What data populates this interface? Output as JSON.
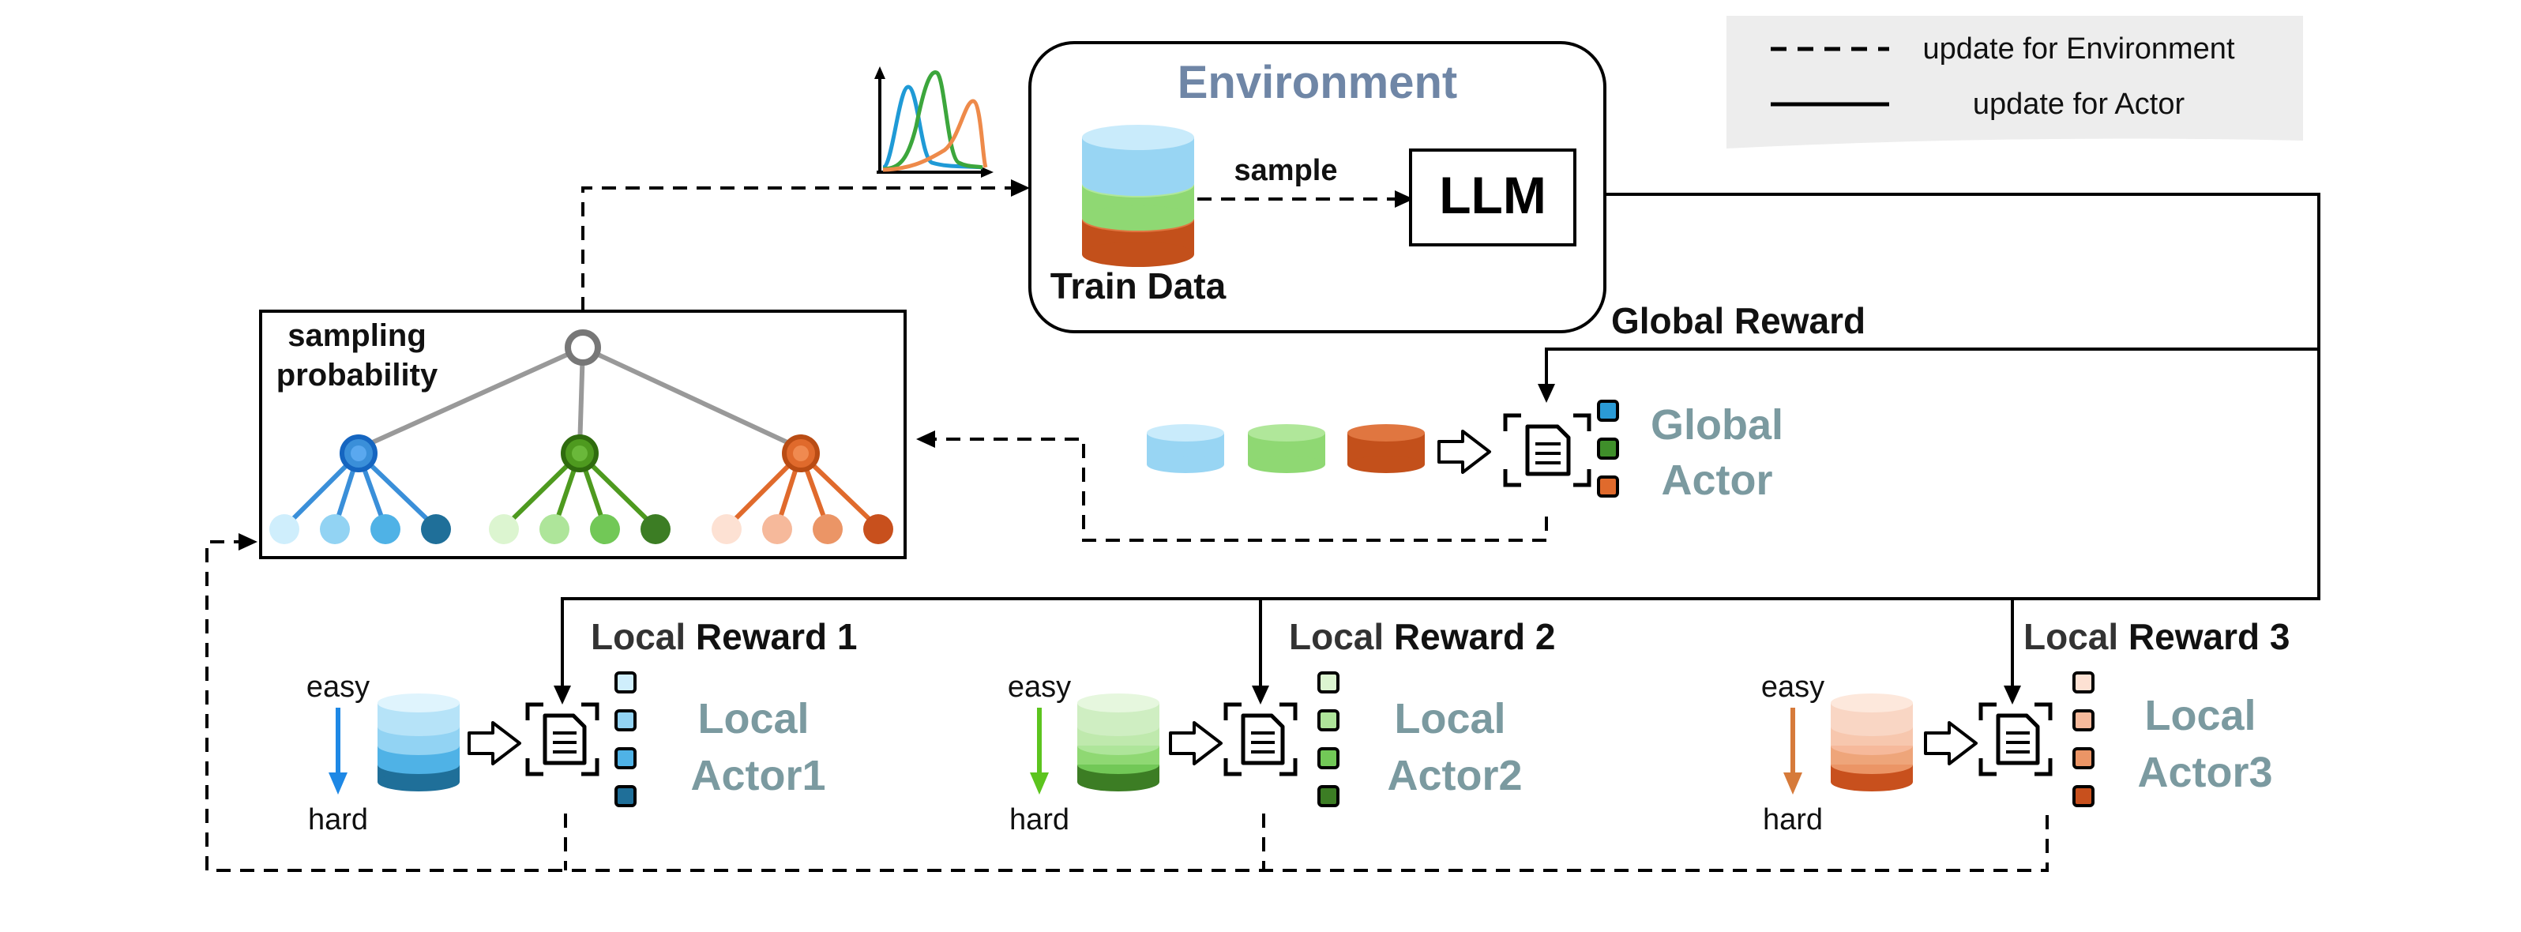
{
  "legend": {
    "dashed_label": "update for Environment",
    "solid_label": "update for Actor"
  },
  "environment": {
    "title": "Environment",
    "sample_label": "sample",
    "llm_label": "LLM",
    "train_data_label": "Train Data"
  },
  "sampling": {
    "label_line1": "sampling",
    "label_line2": "probability"
  },
  "global": {
    "reward_label": "Global Reward",
    "actor_line1": "Global",
    "actor_line2": "Actor"
  },
  "local": [
    {
      "reward_prefix": "Local",
      "reward_suffix": " Reward 1",
      "actor_line1": "Local",
      "actor_line2": "Actor1",
      "easy": "easy",
      "hard": "hard"
    },
    {
      "reward_prefix": "Local",
      "reward_suffix": " Reward 2",
      "actor_line1": "Local",
      "actor_line2": "Actor2",
      "easy": "easy",
      "hard": "hard"
    },
    {
      "reward_prefix": "Local",
      "reward_suffix": " Reward 3",
      "actor_line1": "Local",
      "actor_line2": "Actor3",
      "easy": "easy",
      "hard": "hard"
    }
  ],
  "colors": {
    "blue": "#3a8fd9",
    "green": "#4e9a1f",
    "orange": "#e06a2c",
    "environment_title": "#6f86a6",
    "actor_text": "#7b9aa0",
    "local_word": "#333333",
    "legend_bg": "#ededed"
  }
}
